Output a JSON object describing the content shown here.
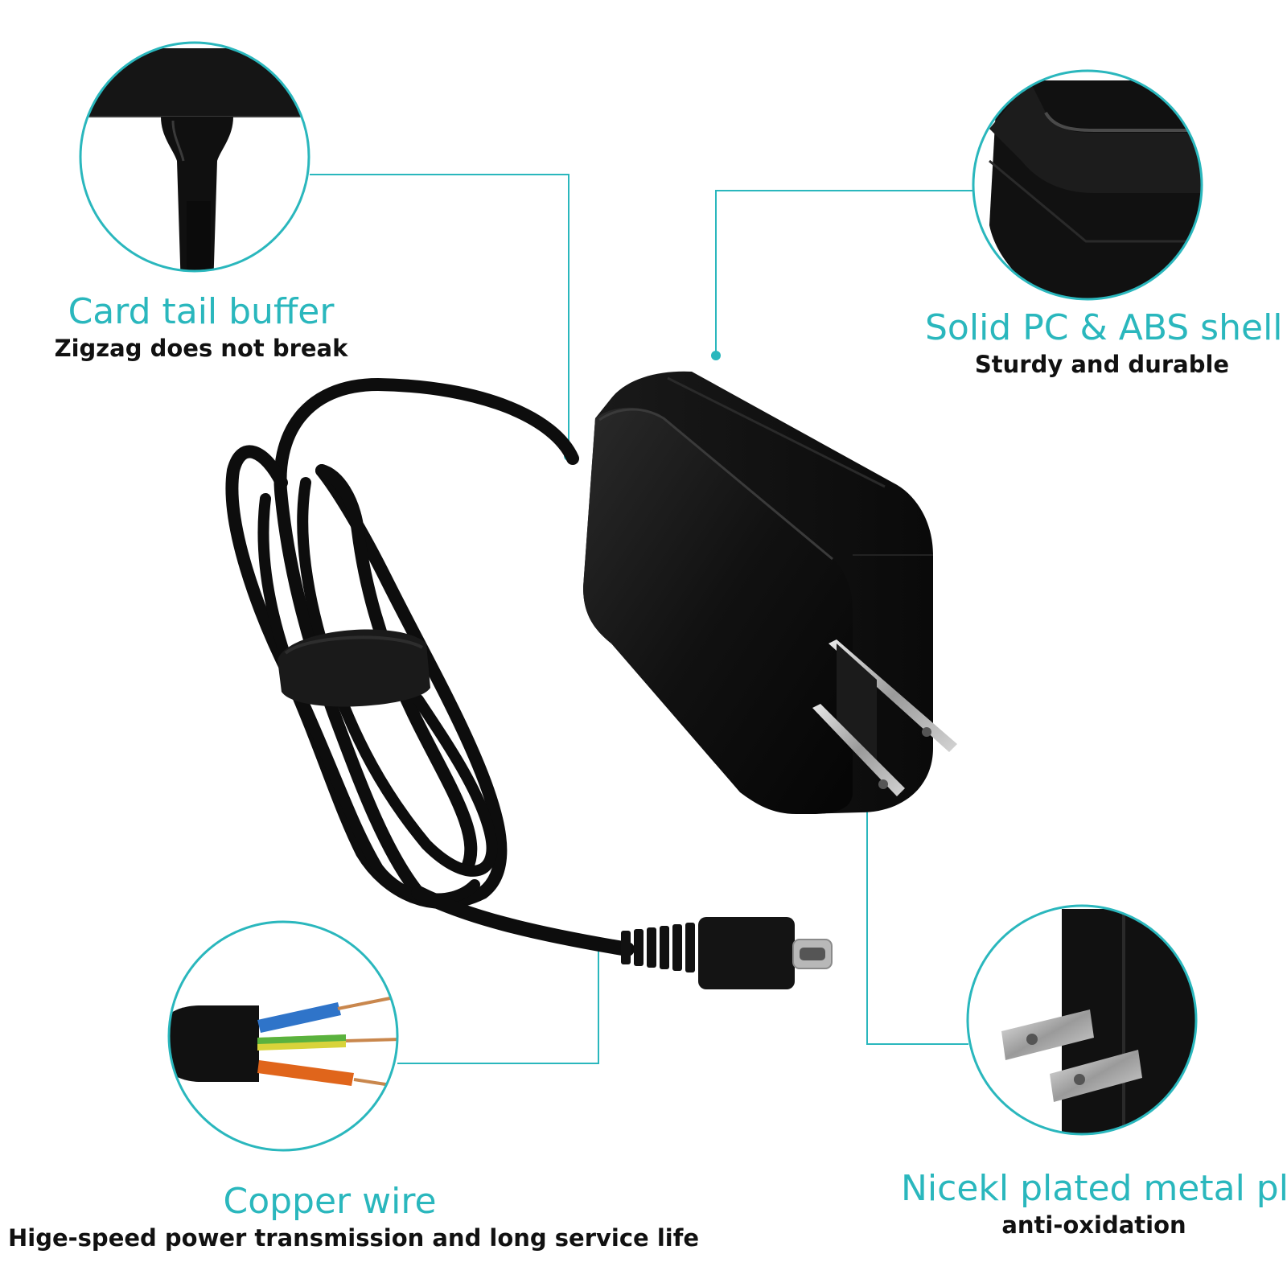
{
  "colors": {
    "accent": "#2ab7bd",
    "text": "#111111",
    "product": "#111111"
  },
  "features": [
    {
      "title": "Card tail buffer",
      "subtitle": "Zigzag does not break"
    },
    {
      "title": "Solid PC & ABS shell",
      "subtitle": "Sturdy and durable"
    },
    {
      "title": "Copper wire",
      "subtitle": "Hige-speed power transmission and long service life"
    },
    {
      "title": "Nicekl plated metal plug",
      "subtitle": "anti-oxidation"
    }
  ],
  "icons": {
    "strain-relief": "card-tail-detail-icon",
    "shell": "shell-corner-detail-icon",
    "wire": "copper-wire-detail-icon",
    "plug": "metal-plug-detail-icon"
  }
}
